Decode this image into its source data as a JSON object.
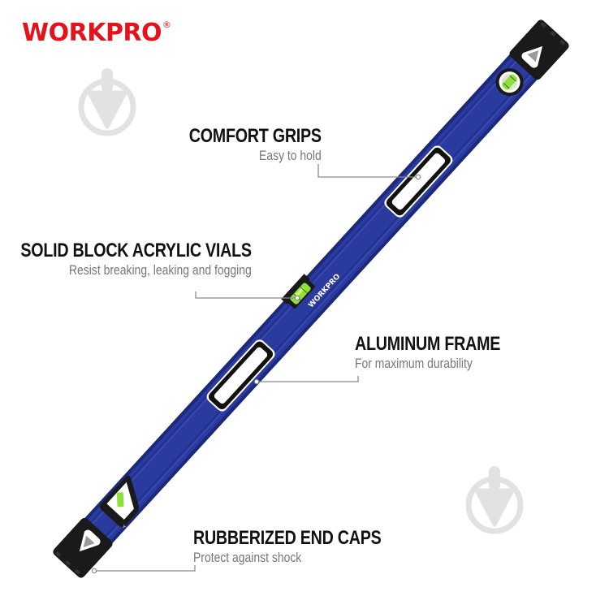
{
  "brand": {
    "logo_text": "WORKPRO",
    "registered_mark": "®",
    "logo_color": "#e3121b"
  },
  "product": {
    "body_color": "#2a3a9e",
    "body_dark": "#1c2878",
    "body_label": "WORKPRO",
    "vial_color": "#8fe03a",
    "endcap_color": "#1a1a1a"
  },
  "callouts": [
    {
      "title": "COMFORT GRIPS",
      "subtitle": "Easy to hold"
    },
    {
      "title": "SOLID BLOCK ACRYLIC VIALS",
      "subtitle": "Resist breaking, leaking and fogging"
    },
    {
      "title": "ALUMINUM FRAME",
      "subtitle": "For maximum durability"
    },
    {
      "title": "RUBBERIZED END CAPS",
      "subtitle": "Protect against shock"
    }
  ],
  "watermarks": [
    {
      "icon": "trowel-icon",
      "color": "#e2e2e2"
    },
    {
      "icon": "trowel-icon",
      "color": "#e2e2e2"
    }
  ],
  "colors": {
    "leader_line": "#8a8a8a",
    "title_text": "#111111",
    "subtitle_text": "#777777"
  }
}
